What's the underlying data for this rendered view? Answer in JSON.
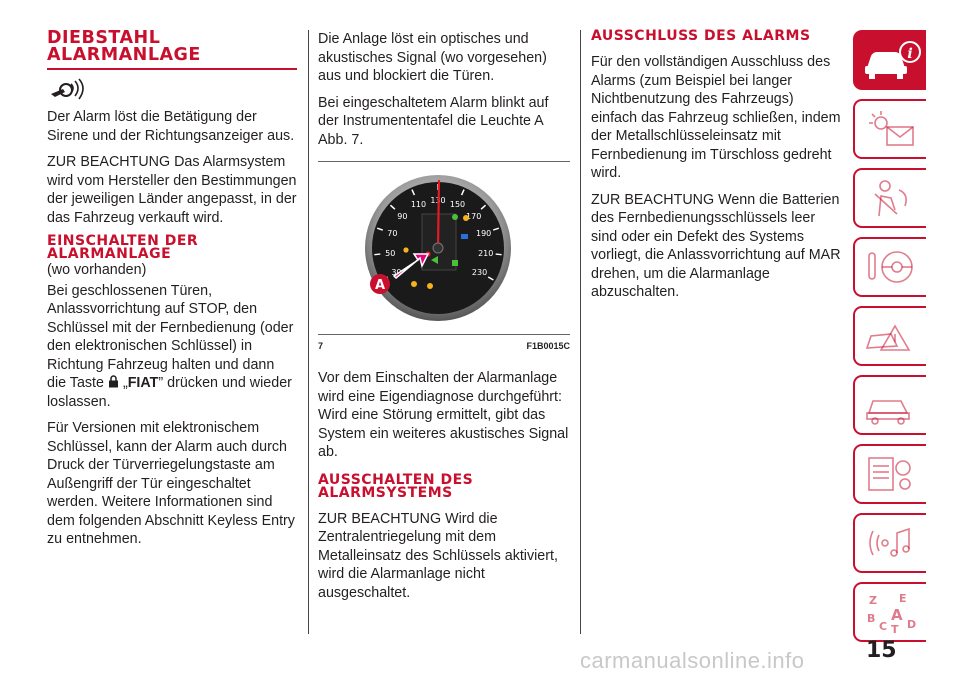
{
  "col1": {
    "title": "DIEBSTAHL ALARMANLAGE",
    "p1": "Der Alarm löst die Betätigung der Sirene und der Richtungsanzeiger aus.",
    "p2": "ZUR BEACHTUNG Das Alarmsystem wird vom Hersteller den Bestimmungen der jeweiligen Länder angepasst, in der das Fahrzeug verkauft wird.",
    "sub1": "EINSCHALTEN DER ALARMANLAGE",
    "sub1_note": "(wo vorhanden)",
    "p3_a": "Bei geschlossenen Türen, Anlassvorrichtung auf STOP, den Schlüssel mit der Fernbedienung (oder den elektronischen Schlüssel) in Richtung Fahrzeug halten und dann die Taste",
    "p3_b": "„",
    "p3_c": "FIAT",
    "p3_d": "” drücken und wieder loslassen.",
    "p4": "Für Versionen mit elektronischem Schlüssel, kann der Alarm auch durch Druck der Türverriegelungstaste am Außengriff der Tür eingeschaltet werden. Weitere Informationen sind dem folgenden Abschnitt Keyless Entry zu entnehmen."
  },
  "col2": {
    "p1": "Die Anlage löst ein optisches und akustisches Signal (wo vorgesehen) aus und blockiert die Türen.",
    "p2": "Bei eingeschaltetem Alarm blinkt auf der Instrumententafel die Leuchte A Abb. 7.",
    "fig_num": "7",
    "fig_code": "F1B0015C",
    "callout": "A",
    "gauge_ticks": [
      "30",
      "50",
      "70",
      "90",
      "110",
      "130",
      "150",
      "170",
      "190",
      "210",
      "230"
    ],
    "p3": "Vor dem Einschalten der Alarmanlage wird eine Eigendiagnose durchgeführt: Wird eine Störung ermittelt, gibt das System ein weiteres akustisches Signal ab.",
    "sub2": "AUSSCHALTEN DES ALARMSYSTEMS",
    "p4": "ZUR BEACHTUNG Wird die Zentralentriegelung mit dem Metalleinsatz des Schlüssels aktiviert, wird die Alarmanlage nicht ausgeschaltet."
  },
  "col3": {
    "title": "AUSSCHLUSS DES ALARMS",
    "p1": "Für den vollständigen Ausschluss des Alarms (zum Beispiel bei langer Nichtbenutzung des Fahrzeugs) einfach das Fahrzeug schließen, indem der Metallschlüsseleinsatz mit Fernbedienung im Türschloss gedreht wird.",
    "p2": "ZUR BEACHTUNG Wenn die Batterien des Fernbedienungsschlüssels leer sind oder ein Defekt des Systems vorliegt, die Anlassvorrichtung auf MAR drehen, um die Alarmanlage abzuschalten."
  },
  "sidebar": {
    "tabs": [
      {
        "icon": "car-info-icon",
        "active": true
      },
      {
        "icon": "warning-lights-icon"
      },
      {
        "icon": "airbag-safety-icon"
      },
      {
        "icon": "steering-wheel-icon"
      },
      {
        "icon": "emergency-car-icon"
      },
      {
        "icon": "car-maintenance-icon"
      },
      {
        "icon": "technical-data-icon"
      },
      {
        "icon": "multimedia-icon"
      },
      {
        "icon": "index-letters-icon",
        "letters": [
          "Z",
          "E",
          "B",
          "A",
          "C",
          "T",
          "D"
        ]
      }
    ]
  },
  "page_number": "15",
  "watermark": "carmanualsonline.info",
  "colors": {
    "accent": "#c8102e",
    "text": "#231f20"
  }
}
